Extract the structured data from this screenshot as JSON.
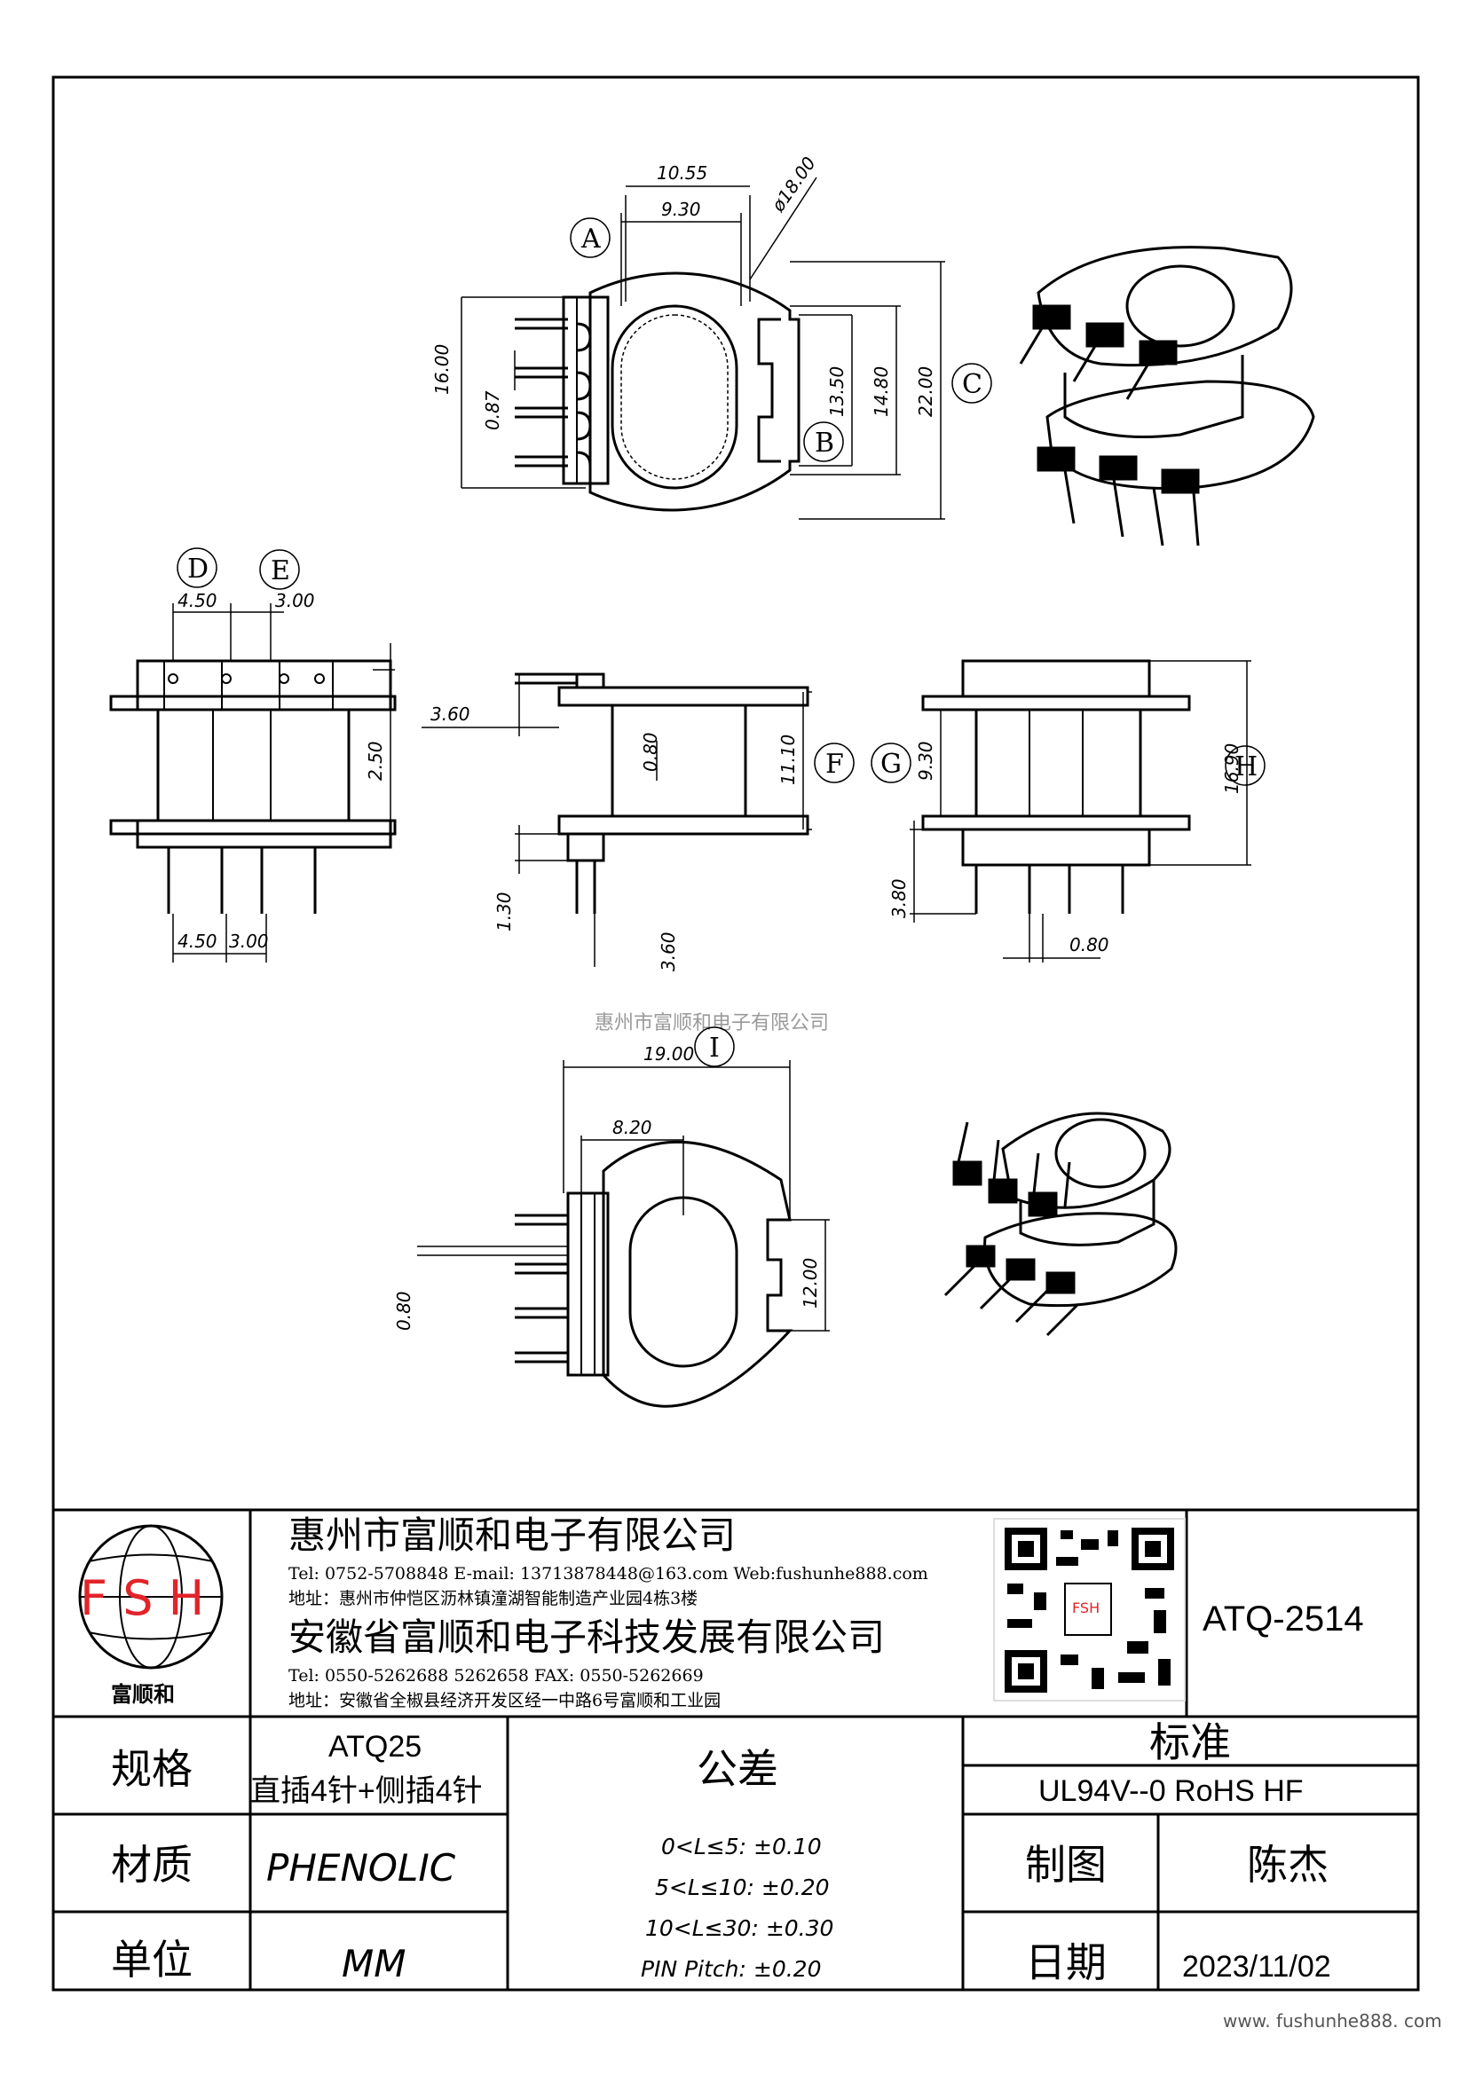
{
  "watermark_center": "惠州市富顺和电子有限公司",
  "footer_url": "www. fushunhe888. com",
  "logo": {
    "letters": "F S H",
    "name": "富顺和"
  },
  "company1": {
    "name": "惠州市富顺和电子有限公司",
    "contact": "Tel: 0752-5708848  E-mail: 13713878448@163.com  Web:fushunhe888.com",
    "address": "地址：惠州市仲恺区沥林镇潼湖智能制造产业园4栋3楼"
  },
  "company2": {
    "name": "安徽省富顺和电子科技发展有限公司",
    "contact": "Tel:   0550-5262688  5262658       FAX: 0550-5262669",
    "address": "地址：安徽省全椒县经济开发区经一中路6号富顺和工业园"
  },
  "qr_label": "FSH",
  "part_number": "ATQ-2514",
  "table": {
    "spec_label": "规格",
    "spec_value_1": "ATQ25",
    "spec_value_2": "直插4针+侧插4针",
    "material_label": "材质",
    "material_value": "PHENOLIC",
    "unit_label": "单位",
    "unit_value": "MM",
    "tolerance_label": "公差",
    "tolerances": [
      "0<L≤5: ±0.10",
      "5<L≤10: ±0.20",
      "10<L≤30: ±0.30",
      "PIN Pitch: ±0.20"
    ],
    "standard_label": "标准",
    "standard_value": "UL94V--0  RoHS HF",
    "drawn_label": "制图",
    "drawn_value": "陈杰",
    "date_label": "日期",
    "date_value": "2023/11/02"
  },
  "dimensions": {
    "top_10_55": "10.55",
    "top_9_30": "9.30",
    "top_phi18": "ø18.00",
    "top_16_00": "16.00",
    "top_0_87": "0.87",
    "top_13_50": "13.50",
    "top_14_80": "14.80",
    "top_22_00": "22.00",
    "front_4_50": "4.50",
    "front_3_00": "3.00",
    "front_2_50": "2.50",
    "front_b_4_50": "4.50",
    "front_b_3_00": "3.00",
    "side_3_60": "3.60",
    "side_0_80": "0.80",
    "side_11_10": "11.10",
    "side_1_30": "1.30",
    "side_b_3_60": "3.60",
    "right_9_30": "9.30",
    "right_16_90": "16.90",
    "right_3_80": "3.80",
    "right_0_80": "0.80",
    "bottom_19_00": "19.00",
    "bottom_8_20": "8.20",
    "bottom_0_80": "0.80",
    "bottom_12_00": "12.00"
  },
  "callouts": {
    "a": "A",
    "b": "B",
    "c": "C",
    "d": "D",
    "e": "E",
    "f": "F",
    "g": "G",
    "h": "H",
    "i": "I"
  }
}
